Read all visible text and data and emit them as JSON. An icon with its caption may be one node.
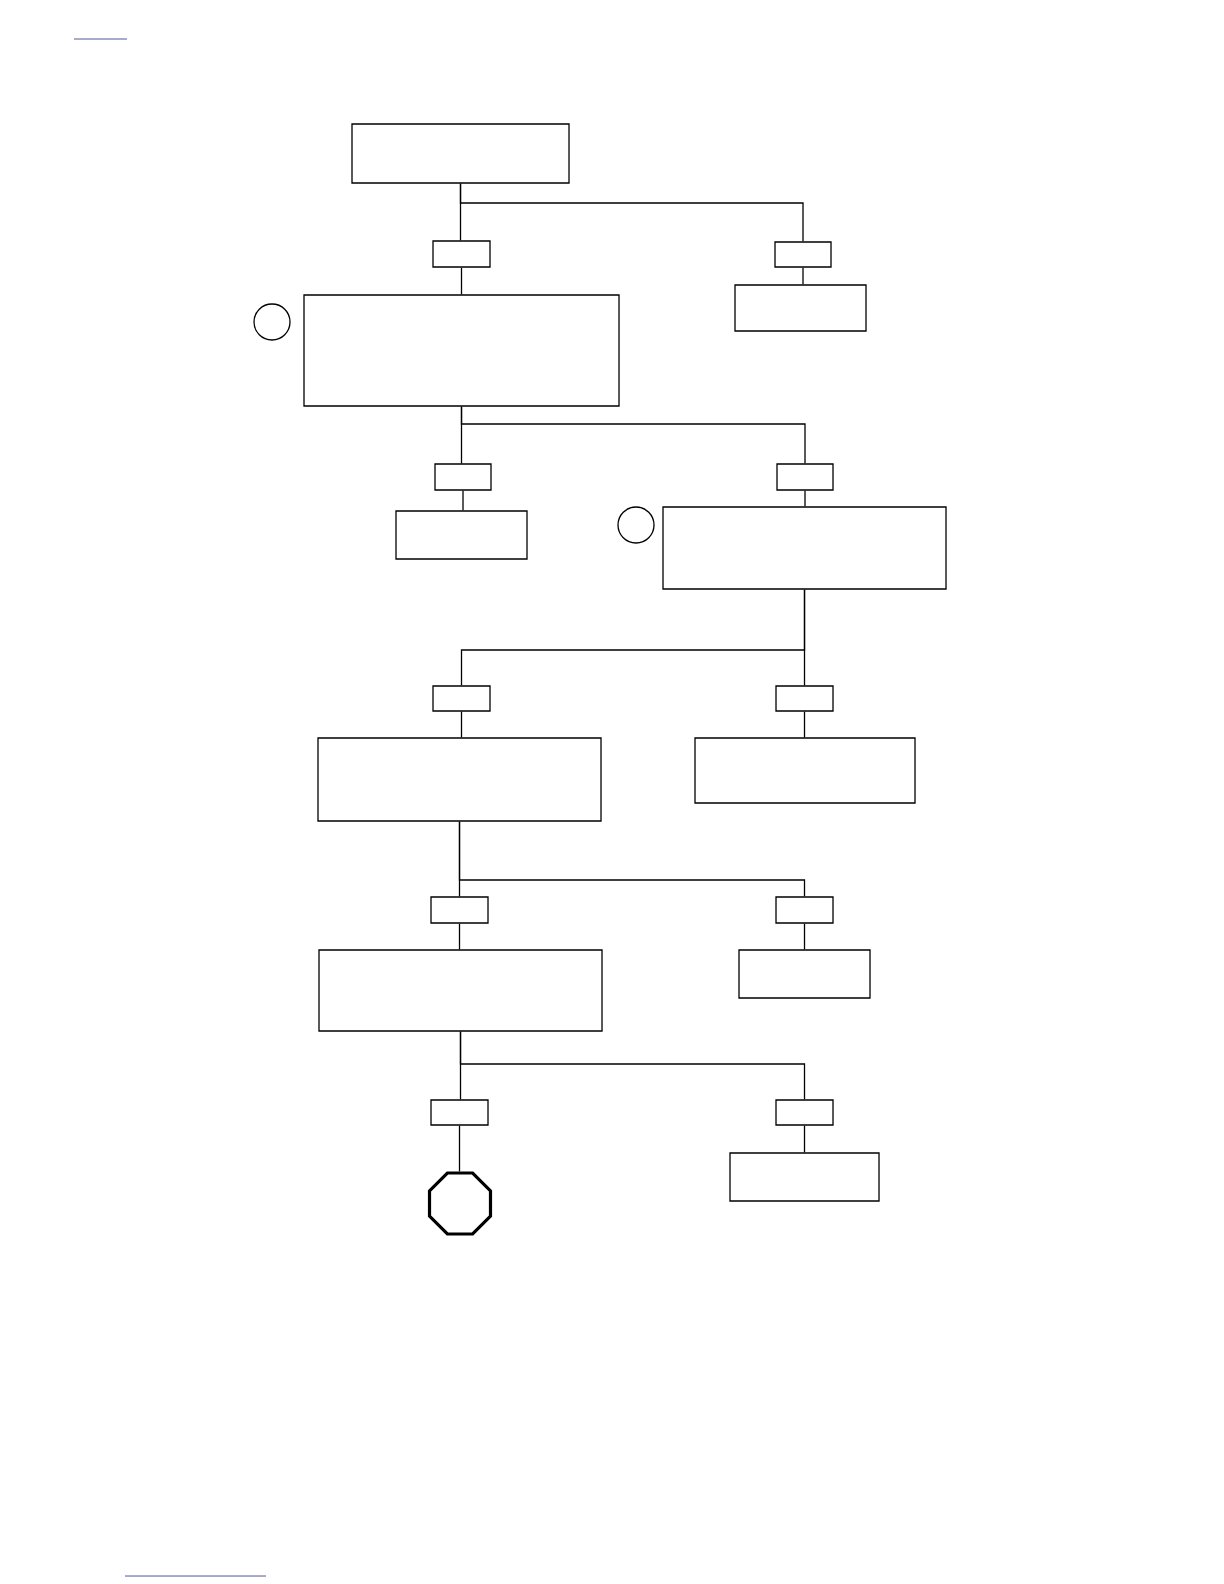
{
  "diagram": {
    "nodes": [
      {
        "text": [],
        "shape": "box"
      },
      {
        "text": [],
        "shape": "box"
      },
      {
        "text": [],
        "shape": "box"
      },
      {
        "text": [],
        "shape": "circle"
      },
      {
        "text": [],
        "shape": "box"
      },
      {
        "text": [],
        "shape": "box"
      },
      {
        "text": [],
        "shape": "box"
      },
      {
        "text": [],
        "shape": "box"
      },
      {
        "text": [],
        "shape": "box"
      },
      {
        "text": [],
        "shape": "circle"
      },
      {
        "text": [],
        "shape": "box"
      },
      {
        "text": [],
        "shape": "box"
      },
      {
        "text": [],
        "shape": "box"
      },
      {
        "text": [],
        "shape": "box"
      },
      {
        "text": [],
        "shape": "box"
      },
      {
        "text": [],
        "shape": "box"
      },
      {
        "text": [],
        "shape": "box"
      },
      {
        "text": [],
        "shape": "box"
      },
      {
        "text": [],
        "shape": "box"
      },
      {
        "text": [],
        "shape": "box"
      },
      {
        "text": [],
        "shape": "box"
      },
      {
        "text": [],
        "shape": "octagon"
      },
      {
        "text": [],
        "shape": "box"
      }
    ],
    "edges": [
      {
        "from": 0,
        "to": 1,
        "arrow": "none"
      },
      {
        "from": 0,
        "to": 2,
        "arrow": "none"
      },
      {
        "from": 1,
        "to": 4,
        "arrow": "none"
      },
      {
        "from": 2,
        "to": 5,
        "arrow": "none"
      },
      {
        "from": 4,
        "to": 6,
        "arrow": "none"
      },
      {
        "from": 4,
        "to": 7,
        "arrow": "none"
      },
      {
        "from": 6,
        "to": 8,
        "arrow": "none"
      },
      {
        "from": 7,
        "to": 10,
        "arrow": "none"
      },
      {
        "from": 10,
        "to": 11,
        "arrow": "none"
      },
      {
        "from": 10,
        "to": 12,
        "arrow": "none"
      },
      {
        "from": 11,
        "to": 13,
        "arrow": "none"
      },
      {
        "from": 12,
        "to": 14,
        "arrow": "none"
      },
      {
        "from": 13,
        "to": 15,
        "arrow": "none"
      },
      {
        "from": 13,
        "to": 16,
        "arrow": "none"
      },
      {
        "from": 15,
        "to": 17,
        "arrow": "none"
      },
      {
        "from": 16,
        "to": 18,
        "arrow": "none"
      },
      {
        "from": 17,
        "to": 19,
        "arrow": "none"
      },
      {
        "from": 17,
        "to": 20,
        "arrow": "none"
      },
      {
        "from": 19,
        "to": 21,
        "arrow": "none"
      },
      {
        "from": 20,
        "to": 22,
        "arrow": "none"
      }
    ]
  }
}
